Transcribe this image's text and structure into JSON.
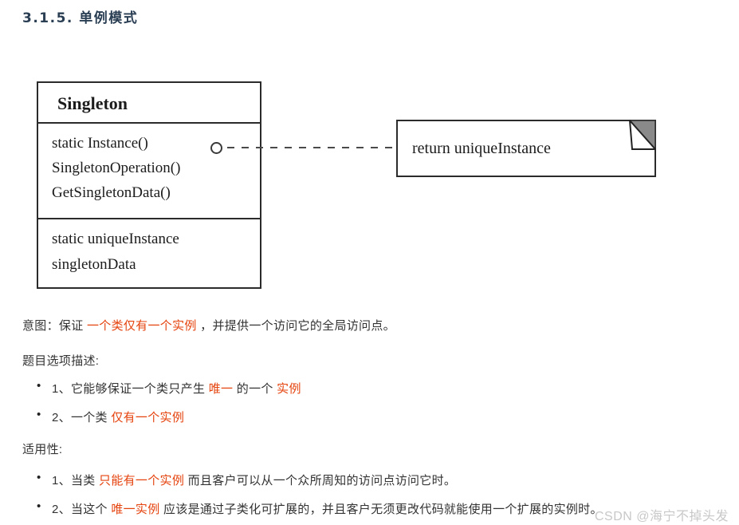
{
  "page": {
    "heading": "3.1.5. 单例模式"
  },
  "diagram": {
    "class": {
      "name": "Singleton",
      "methods": [
        "static Instance()",
        "SingletonOperation()",
        "GetSingletonData()"
      ],
      "attributes": [
        "static uniqueInstance",
        "singletonData"
      ]
    },
    "note": {
      "text": "return uniqueInstance"
    }
  },
  "content": {
    "intent": [
      {
        "t": "意图：保证 "
      },
      {
        "t": "一个类仅有一个实例",
        "hl": true
      },
      {
        "t": " ，并提供一个访问它的全局访问点。"
      }
    ],
    "options_label": "题目选项描述:",
    "options": [
      [
        {
          "t": "1、它能够保证一个类只产生 "
        },
        {
          "t": "唯一",
          "hl": true
        },
        {
          "t": " 的一个 "
        },
        {
          "t": "实例",
          "hl": true
        }
      ],
      [
        {
          "t": "2、一个类 "
        },
        {
          "t": "仅有一个实例",
          "hl": true
        }
      ]
    ],
    "applicability_label": "适用性:",
    "applicability": [
      [
        {
          "t": "1、当类 "
        },
        {
          "t": "只能有一个实例",
          "hl": true
        },
        {
          "t": " 而且客户可以从一个众所周知的访问点访问它时。"
        }
      ],
      [
        {
          "t": "2、当这个 "
        },
        {
          "t": "唯一实例",
          "hl": true
        },
        {
          "t": " 应该是通过子类化可扩展的，并且客户无须更改代码就能使用一个扩展的实例时。"
        }
      ]
    ],
    "watermark": "CSDN @海宁不掉头发"
  },
  "colors": {
    "heading": "#2b3f54",
    "highlight": "#e5430e",
    "body": "#333333",
    "watermark": "#c8c8c8",
    "ink": "#2b2b2b",
    "fold": "#8a8a8a"
  }
}
